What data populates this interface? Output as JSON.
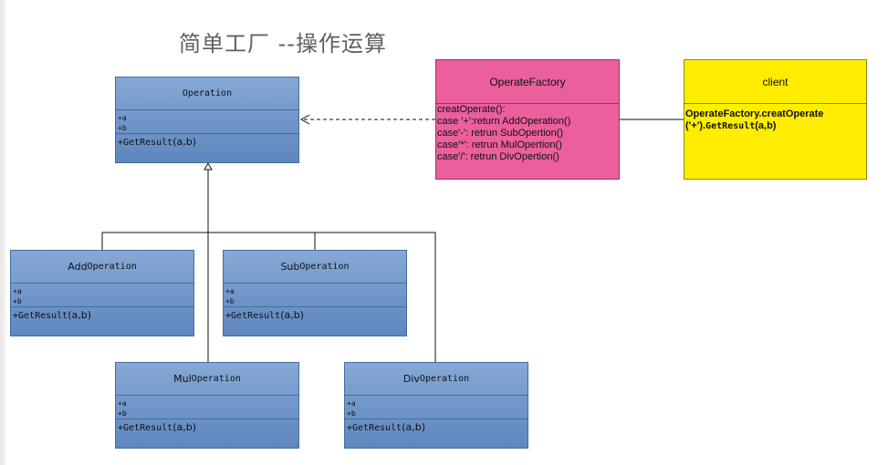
{
  "title": "简单工厂 --操作运算",
  "operation": {
    "name": "Operation",
    "attributes": [
      "+a",
      "+b"
    ],
    "method": {
      "prefix": "+GetResult",
      "args": "(a,b)"
    }
  },
  "subclasses": {
    "add": {
      "prefix": "Add",
      "suffix": "Operation",
      "attributes": [
        "+a",
        "+b"
      ],
      "method": {
        "prefix": "+GetResult",
        "args": "(a,b)"
      }
    },
    "sub": {
      "prefix": "Sub",
      "suffix": "Operation",
      "attributes": [
        "+a",
        "+b"
      ],
      "method": {
        "prefix": "+GetResult",
        "args": "(a,b)"
      }
    },
    "mul": {
      "prefix": "Mul",
      "suffix": "Operation",
      "attributes": [
        "+a",
        "+b"
      ],
      "method": {
        "prefix": "+GetResult",
        "args": "(a,b)"
      }
    },
    "div": {
      "prefix": "Div",
      "suffix": "Operation",
      "attributes": [
        "+a",
        "+b"
      ],
      "method": {
        "prefix": "+GetResult",
        "args": "(a,b)"
      }
    }
  },
  "factory": {
    "name": "OperateFactory",
    "lines": [
      "creatOperate():",
      "case '+':return AddOperation()",
      "case'-': retrun SubOpertion()",
      "case'*': retrun MulOpertion()",
      "case'/': retrun DivOpertion()"
    ]
  },
  "client": {
    "name": "client",
    "line1": "OperateFactory.creatOperate",
    "line2_pre": "('+').",
    "line2_mono": "GetResult",
    "line2_post": "(a,b)"
  },
  "colors": {
    "uml_blue": "#6f95c8",
    "factory_pink": "#ea5f9c",
    "client_yellow": "#ffed00"
  }
}
